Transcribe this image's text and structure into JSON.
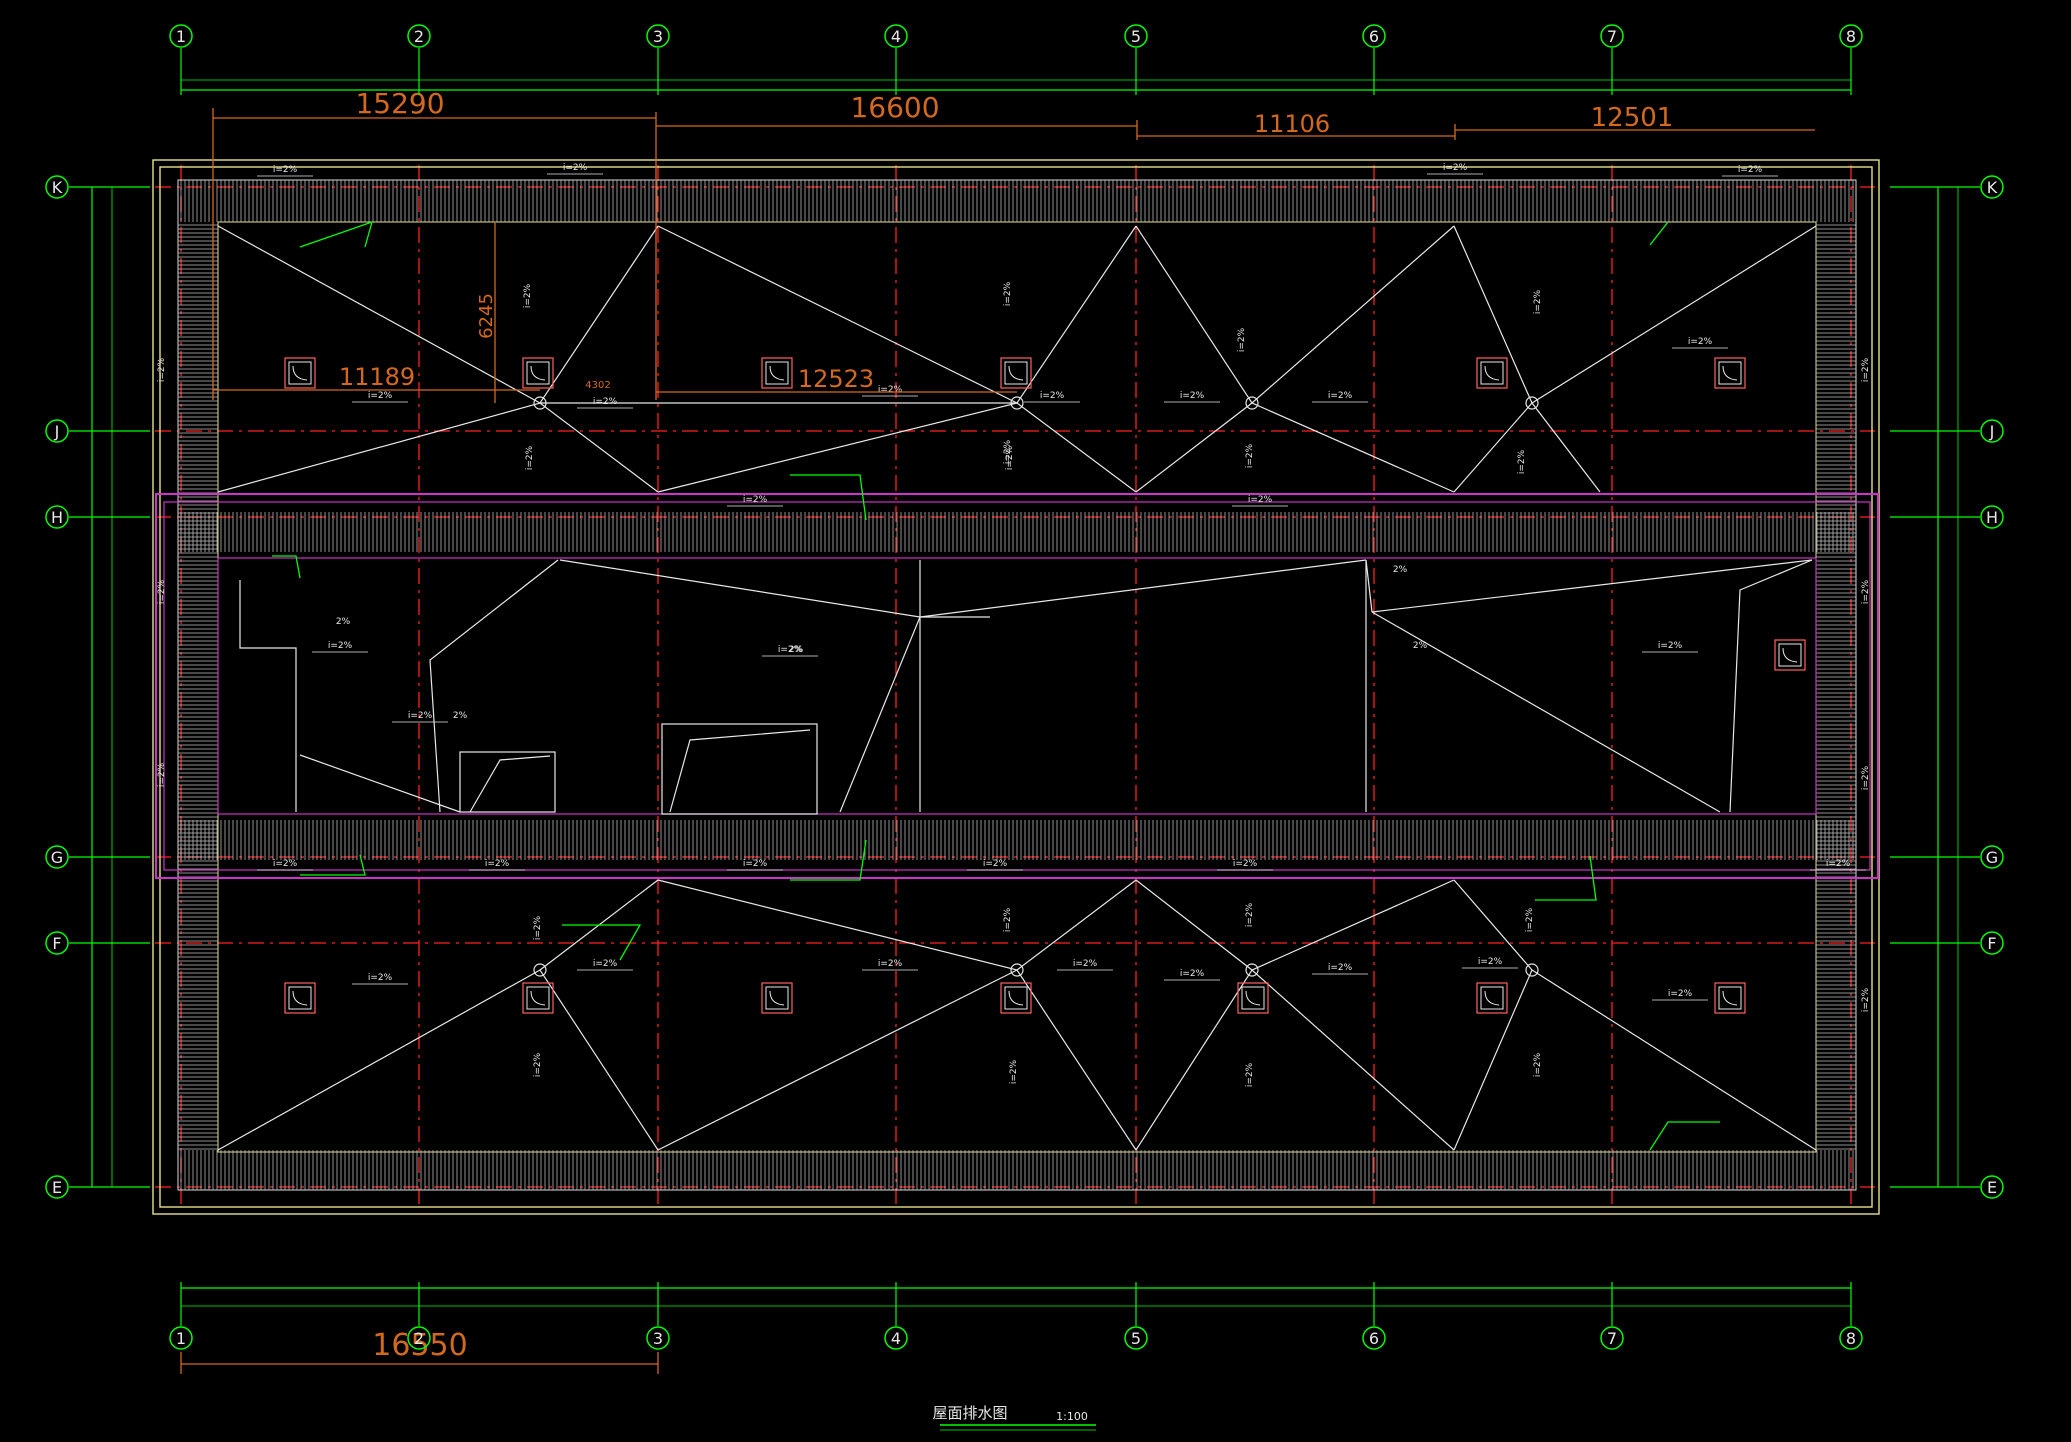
{
  "drawing": {
    "title": "屋面排水图",
    "scale": "1:100"
  },
  "axes": {
    "columns": [
      "1",
      "2",
      "3",
      "4",
      "5",
      "6",
      "7",
      "8"
    ],
    "rows": [
      "K",
      "J",
      "H",
      "G",
      "F",
      "E"
    ]
  },
  "dimensions_orange": {
    "top_a": "15290",
    "top_b": "16600",
    "top_c": "11106",
    "top_d": "12501",
    "mid_a": "11189",
    "mid_b": "12523",
    "vertical_a": "6245",
    "bottom_a": "16550",
    "mid_small": "4302"
  },
  "slope_labels": {
    "two_percent": "i=2%",
    "plain_two_percent": "2%"
  },
  "colors": {
    "background": "#000000",
    "axis_green": "#00ff00",
    "grid_red": "#ff2020",
    "wall_yellow": "#e8e08a",
    "outline_magenta": "#cc33cc",
    "dim_orange": "#d2691e",
    "line_white": "#e8e8e8"
  }
}
